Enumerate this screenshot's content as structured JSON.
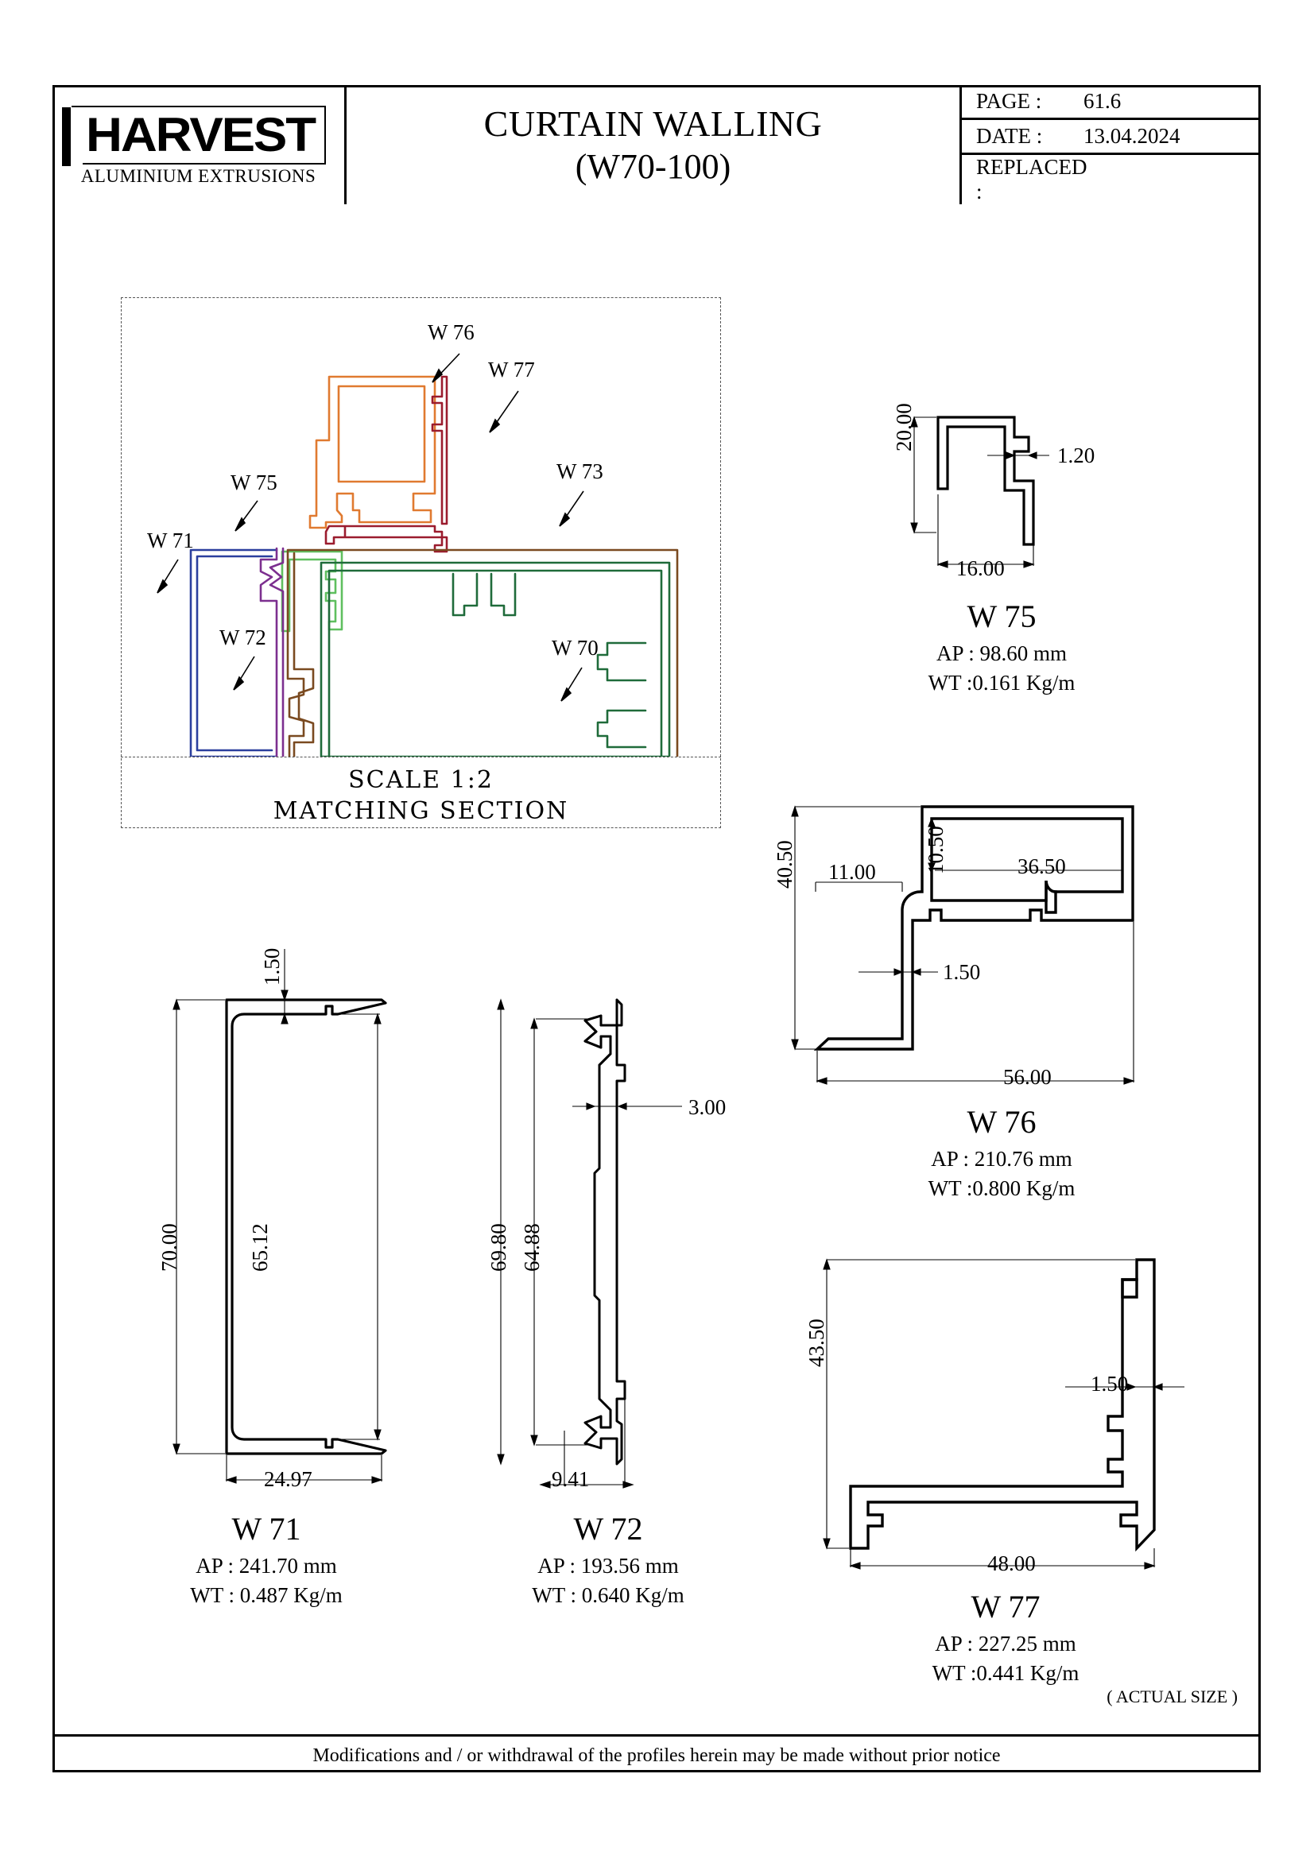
{
  "header": {
    "logo_word": "HARVEST",
    "logo_sub": "ALUMINIUM EXTRUSIONS",
    "title_line1": "CURTAIN WALLING",
    "title_line2": "(W70-100)",
    "page_key": "PAGE :",
    "page_value": "61.6",
    "date_key": "DATE :",
    "date_value": "13.04.2024",
    "replaced_key": "REPLACED :",
    "replaced_value": ""
  },
  "matching_section": {
    "scale_text": "SCALE  1:2",
    "caption": "MATCHING  SECTION",
    "callouts": [
      {
        "label": "W 76",
        "color": "#e07a30"
      },
      {
        "label": "W 77",
        "color": "#9b1c2e"
      },
      {
        "label": "W 73",
        "color": "#7a4a20"
      },
      {
        "label": "W 75",
        "color": "#5fbf5f"
      },
      {
        "label": "W 71",
        "color": "#2b3f9e"
      },
      {
        "label": "W 72",
        "color": "#7c2f8f"
      },
      {
        "label": "W 70",
        "color": "#1f6b3a"
      }
    ]
  },
  "profiles": [
    {
      "id": "w71",
      "name": "W 71",
      "ap": "AP : 241.70 mm",
      "wt": "WT : 0.487 Kg/m",
      "dims": {
        "height": "70.00",
        "inner": "65.12",
        "width": "24.97",
        "thickness": "1.50"
      }
    },
    {
      "id": "w72",
      "name": "W 72",
      "ap": "AP : 193.56 mm",
      "wt": "WT : 0.640 Kg/m",
      "dims": {
        "height": "69.80",
        "inner": "64.88",
        "width": "9.41",
        "thickness": "3.00"
      }
    },
    {
      "id": "w75",
      "name": "W 75",
      "ap": "AP : 98.60 mm",
      "wt": "WT :0.161 Kg/m",
      "dims": {
        "height": "20.00",
        "width": "16.00",
        "thickness": "1.20"
      }
    },
    {
      "id": "w76",
      "name": "W 76",
      "ap": "AP : 210.76 mm",
      "wt": "WT :0.800 Kg/m",
      "dims": {
        "height": "40.50",
        "width": "56.00",
        "leg": "11.00",
        "channel": "10.50",
        "inner_width": "36.50",
        "thickness": "1.50"
      }
    },
    {
      "id": "w77",
      "name": "W 77",
      "ap": "AP : 227.25 mm",
      "wt": "WT :0.441 Kg/m",
      "dims": {
        "height": "43.50",
        "width": "48.00",
        "thickness": "1.50"
      }
    }
  ],
  "footer": {
    "actual_size": "( ACTUAL SIZE )",
    "note": "Modifications and / or withdrawal of the profiles herein may be made without prior notice"
  }
}
